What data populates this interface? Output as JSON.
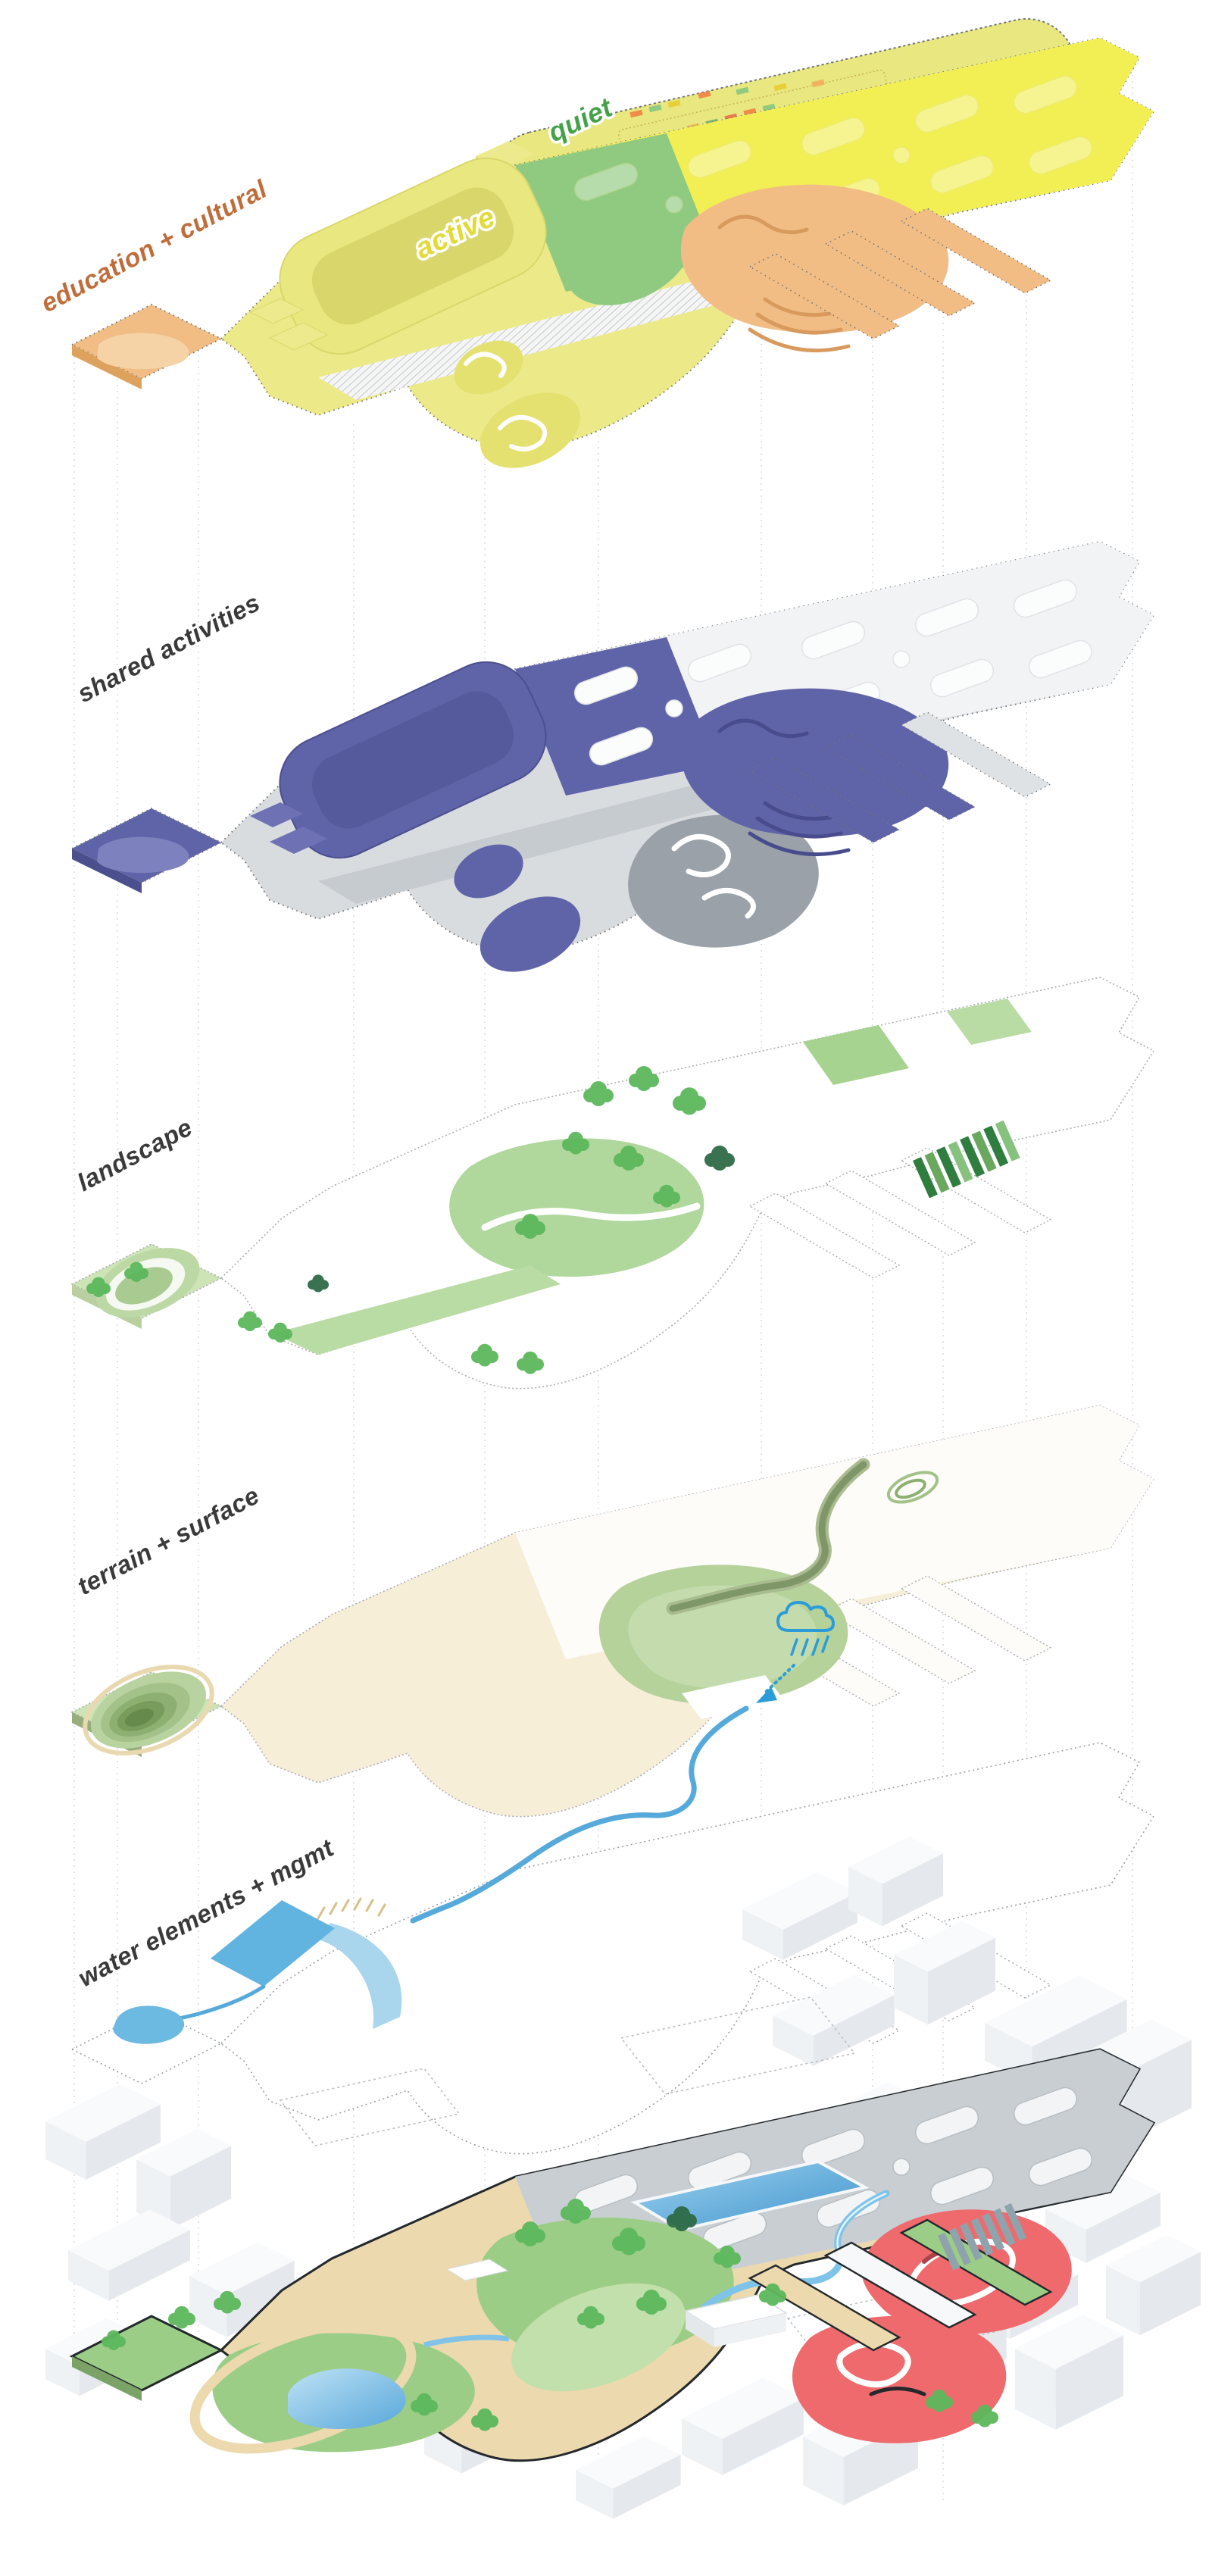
{
  "diagram": {
    "background": "#ffffff",
    "zone_labels": [
      {
        "id": "education-cultural",
        "text": "education + cultural",
        "color": "#bf6d3a"
      },
      {
        "id": "active",
        "text": "active",
        "color": "#e2da35"
      },
      {
        "id": "quiet",
        "text": "quiet",
        "color": "#44a148"
      }
    ],
    "layer_labels": [
      {
        "id": "shared-activities",
        "text": "shared activities",
        "color": "#3a3a3a"
      },
      {
        "id": "landscape",
        "text": "landscape",
        "color": "#3a3a3a"
      },
      {
        "id": "terrain-surface",
        "text": "terrain + surface",
        "color": "#3a3a3a"
      },
      {
        "id": "water-elements",
        "text": "water elements + mgmt",
        "color": "#3a3a3a"
      }
    ],
    "icons": [
      {
        "name": "rain-cloud-icon",
        "color": "#2b9cd8"
      }
    ],
    "palette": {
      "program_yellow": "#f2ef55",
      "program_pale_yellow": "#e9e77f",
      "program_green": "#8fca80",
      "program_orange": "#f1bd84",
      "shared_purple": "#5f63a8",
      "deck_gray": "#d7dadd",
      "terrain_tan": "#f6ebd0",
      "terrain_green": "#b5d29a",
      "water_blue": "#62b4e0",
      "composite_red": "#ee6a6d",
      "composite_sand": "#ecd9ae",
      "composite_green": "#9ccd86",
      "context_white": "#f6f8fa"
    }
  }
}
